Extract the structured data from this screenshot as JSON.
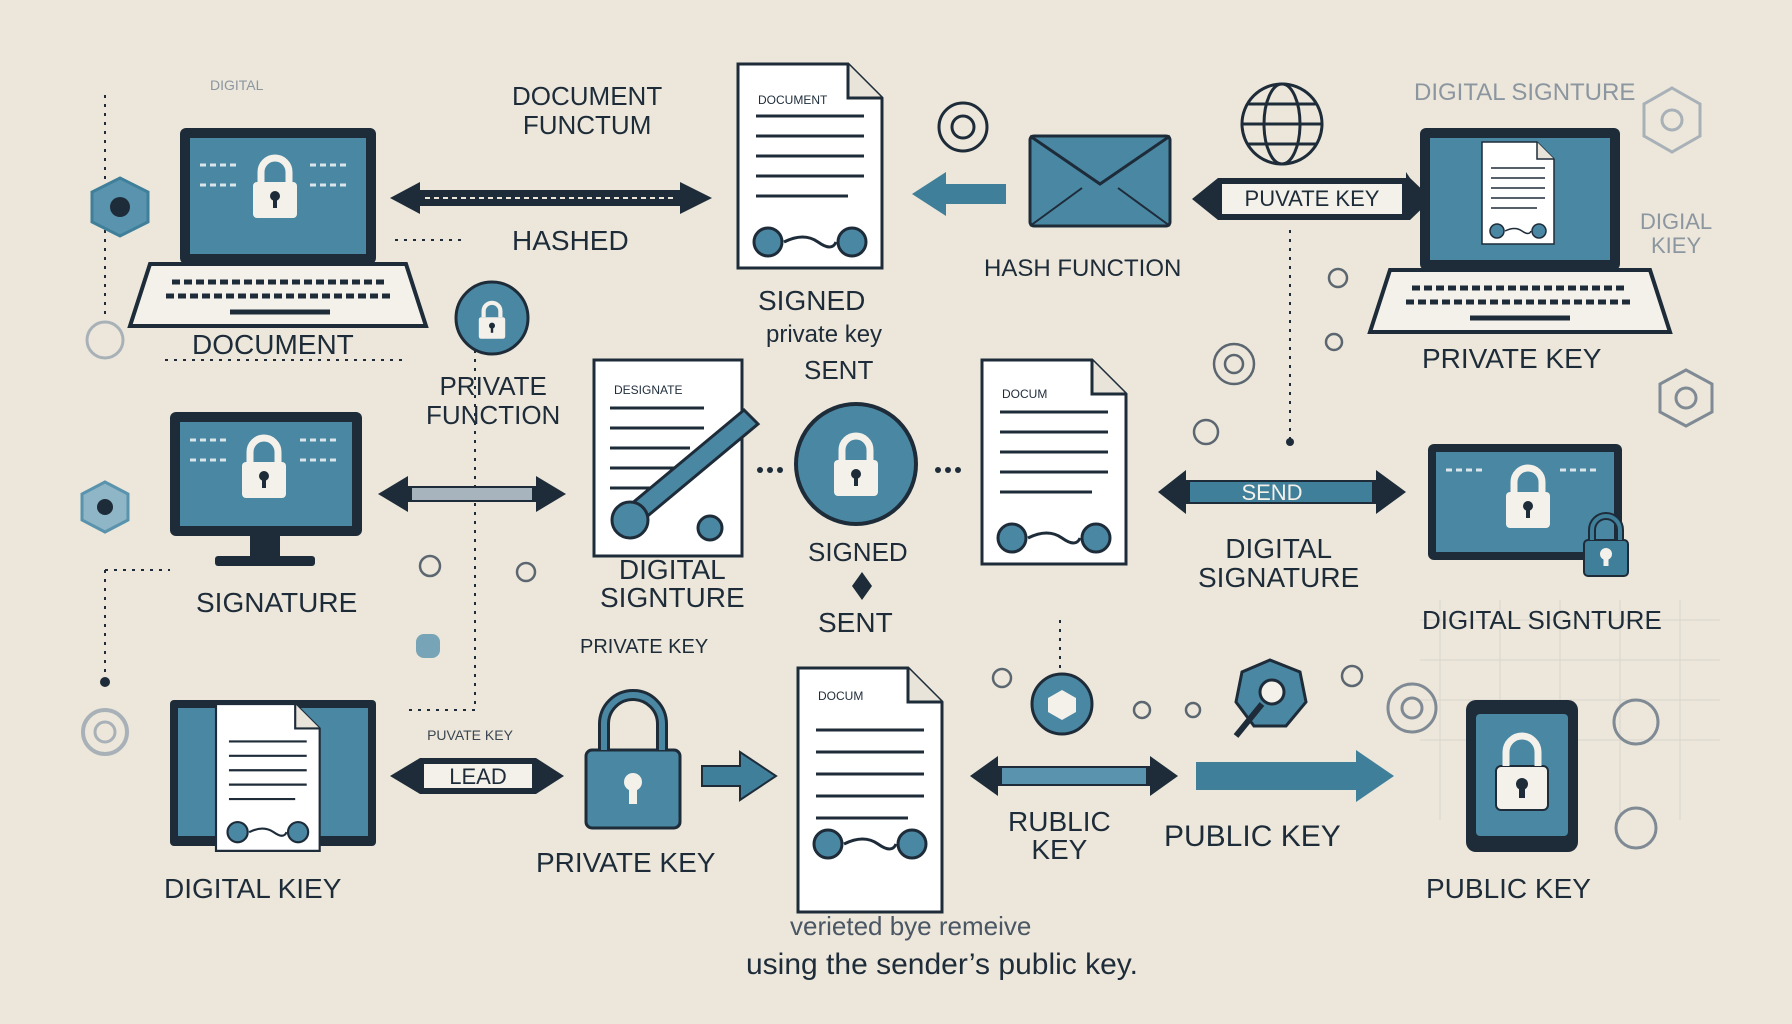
{
  "labels": {
    "document_functum": "DOCUMENT\nFUNCTUM",
    "hashed": "HASHED",
    "document": "DOCUMENT",
    "signed_private_key_sent": "SIGNED",
    "private_key_small": "private key",
    "sent_top": "SENT",
    "hash_function": "HASH FUNCTION",
    "digital_signture_top": "DIGITAL SIGNTURE",
    "digial_kiey": "DIGIAL\nKIEY",
    "private_key_right": "PRIVATE KEY",
    "private_function": "PRIVATE\nFUNCTION",
    "signature": "SIGNATURE",
    "digital_signture_mid": "DIGITAL\nSIGNTURE",
    "private_key_mid": "PRIVATE KEY",
    "signed_mid": "SIGNED",
    "sent_mid": "SENT",
    "digital_signature_mid_right": "DIGITAL\nSIGNATURE",
    "digital_signture_right": "DIGITAL SIGNTURE",
    "digital_kiey": "DIGITAL KIEY",
    "private_key_bottom": "PRIVATE KEY",
    "rublic_key": "RUBLIC\nKEY",
    "public_key_bottom_mid": "PUBLIC KEY",
    "public_key_bottom_right": "PUBLIC KEY",
    "caption_line1": "verieted bye remeive",
    "caption_line2": "using the sender’s public key.",
    "tiny_digital": "DIGITAL"
  },
  "arrow_labels": {
    "pruvate_key": "PUVATE KEY",
    "send": "SEND",
    "lead": "LEAD",
    "puvate_key_small": "PUVATE KEY"
  },
  "doc_titles": {
    "doc_top": "DOCUMENT",
    "doc_signed": "DESIGNATE",
    "doc_mid": "DOCUM",
    "doc_bottom": "DOCUM"
  },
  "colors": {
    "background": "#ece7da",
    "navy": "#1e2c3a",
    "teal": "#3f7f9a",
    "teal_light": "#5a93ad",
    "screen": "#4a87a3",
    "paper": "#ffffff"
  }
}
